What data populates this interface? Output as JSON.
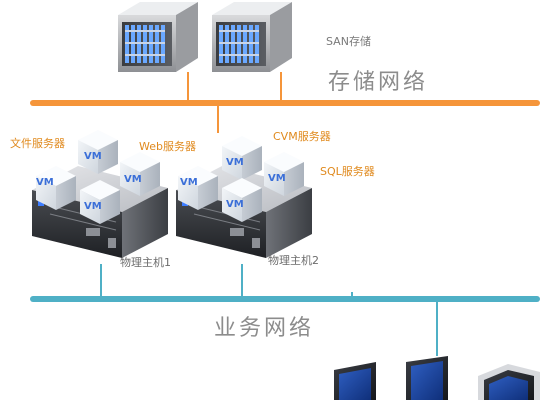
{
  "storage": {
    "label": "SAN存储",
    "network_label": "存储网络"
  },
  "servers": {
    "file_server": "文件服务器",
    "web_server": "Web服务器",
    "cvm_server": "CVM服务器",
    "sql_server": "SQL服务器",
    "vm_label": "VM"
  },
  "hosts": {
    "host1": "物理主机1",
    "host2": "物理主机2"
  },
  "business": {
    "network_label": "业务网络"
  },
  "colors": {
    "storage_network": "#f5953a",
    "business_network": "#4fb0c6",
    "orange_text": "#e08a1e",
    "grey_text": "#6c6c6c"
  }
}
